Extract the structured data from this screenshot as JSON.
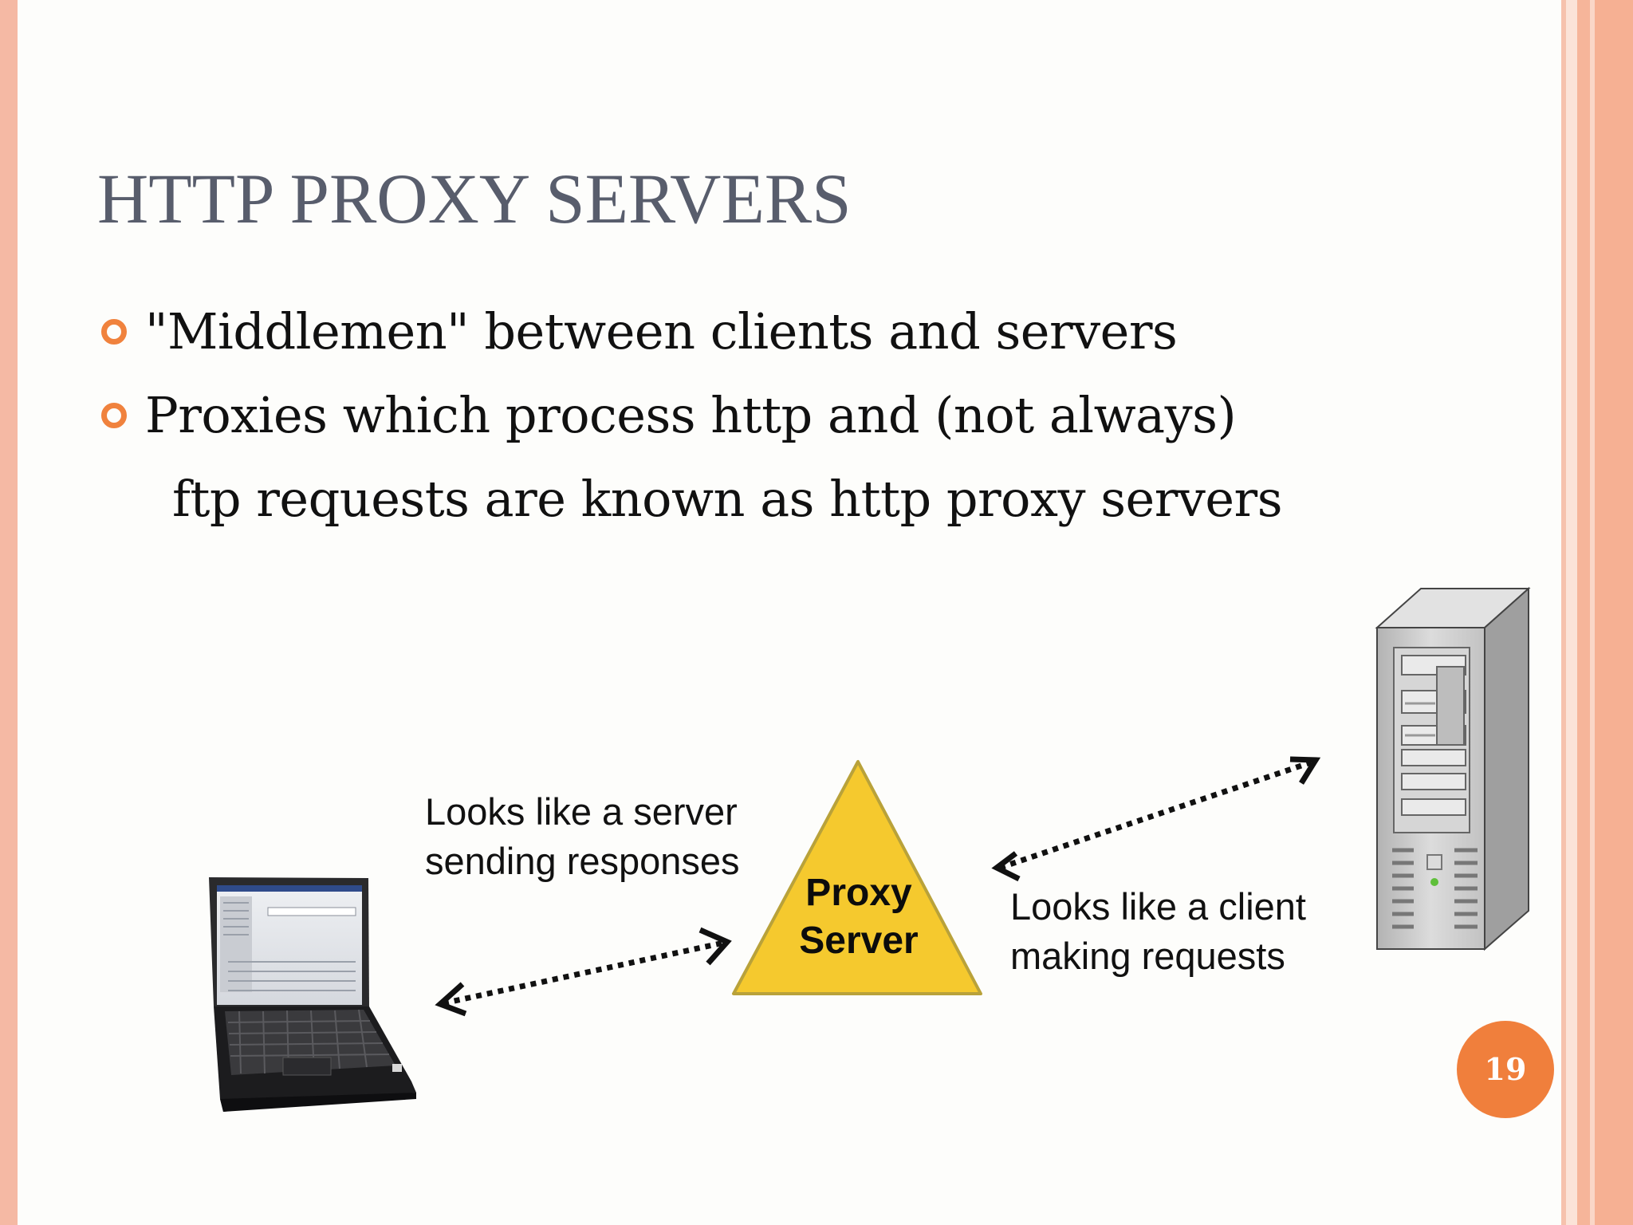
{
  "slide": {
    "title": "HTTP PROXY SERVERS",
    "bullets": [
      {
        "lines": [
          "\"Middlemen\" between clients and servers"
        ]
      },
      {
        "lines": [
          " Proxies which process http and (not always)",
          "ftp requests are known as http proxy servers"
        ]
      }
    ],
    "page_number": "19"
  },
  "diagram": {
    "client_caption": [
      "Looks like a server",
      "sending responses"
    ],
    "proxy_label": [
      "Proxy",
      "Server"
    ],
    "server_caption": [
      "Looks like a client",
      "making requests"
    ],
    "colors": {
      "accent": "#f07f3c",
      "title": "#585d6c",
      "proxy_fill": "#f5c92e",
      "proxy_stroke": "#b9a23a",
      "arrow": "#111111"
    },
    "icons": [
      "laptop-icon",
      "server-tower-icon",
      "circle-bullet-icon"
    ]
  }
}
